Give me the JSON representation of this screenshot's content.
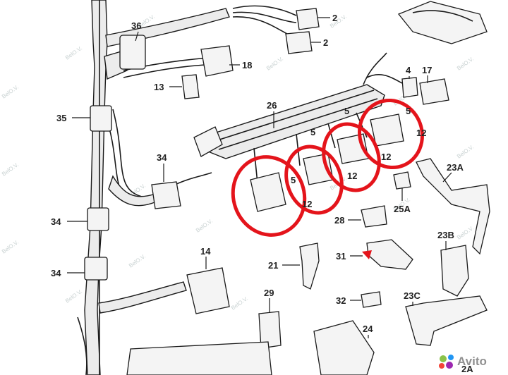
{
  "callouts": {
    "c2a": "2",
    "c2b": "2",
    "c36": "36",
    "c18": "18",
    "c13": "13",
    "c35": "35",
    "c26": "26",
    "c4": "4",
    "c17": "17",
    "c5a": "5",
    "c5b": "5",
    "c5c": "5",
    "c5d": "5",
    "c12a": "12",
    "c12b": "12",
    "c12c": "12",
    "c12d": "12",
    "c34a": "34",
    "c34b": "34",
    "c34c": "34",
    "c23a": "23A",
    "c25a": "25A",
    "c28": "28",
    "c23b": "23B",
    "c31": "31",
    "c21": "21",
    "c14": "14",
    "c29": "29",
    "c32": "32",
    "c23c": "23C",
    "c24": "24",
    "c2bottom": "2A"
  },
  "watermark": "BelO.V.",
  "brand": "Avito",
  "colors": {
    "highlight": "#e4141b",
    "line": "#1a1a1a",
    "avito_green": "#8bc34a",
    "avito_blue": "#2196f3",
    "avito_red": "#f44336",
    "avito_purple": "#9c27b0"
  }
}
